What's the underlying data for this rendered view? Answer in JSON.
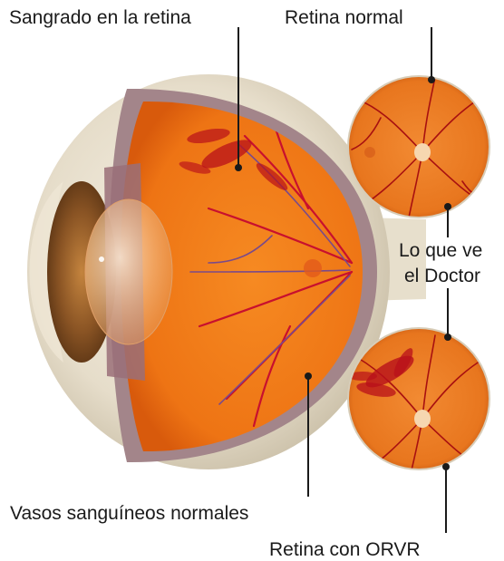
{
  "labels": {
    "bleeding": "Sangrado en la retina",
    "normal_retina": "Retina normal",
    "doctor_line1": "Lo que ve",
    "doctor_line2": "el Doctor",
    "normal_vessels": "Vasos sanguíneos normales",
    "orvr_retina": "Retina con ORVR"
  },
  "colors": {
    "retina_orange": "#f07a1a",
    "retina_light": "#f6a04a",
    "sclera": "#e8e0cf",
    "vessel_red": "#c8102e",
    "vessel_purple": "#7a4a8a",
    "iris_brown": "#8a5a2a",
    "hemorrhage": "#b8101a",
    "leader_line": "#1a1a1a"
  }
}
